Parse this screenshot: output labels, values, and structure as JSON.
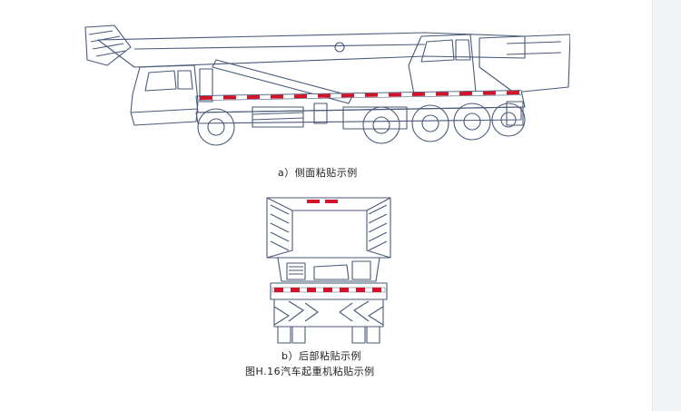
{
  "document": {
    "figure_a_caption": "a）侧面粘贴示例",
    "figure_b_caption": "b）后部粘贴示例",
    "figure_title": "图H.16汽车起重机粘贴示例"
  },
  "colors": {
    "line": "#4a5a7a",
    "reflective_red": "#d0142a",
    "reflective_white": "#ffffff"
  }
}
